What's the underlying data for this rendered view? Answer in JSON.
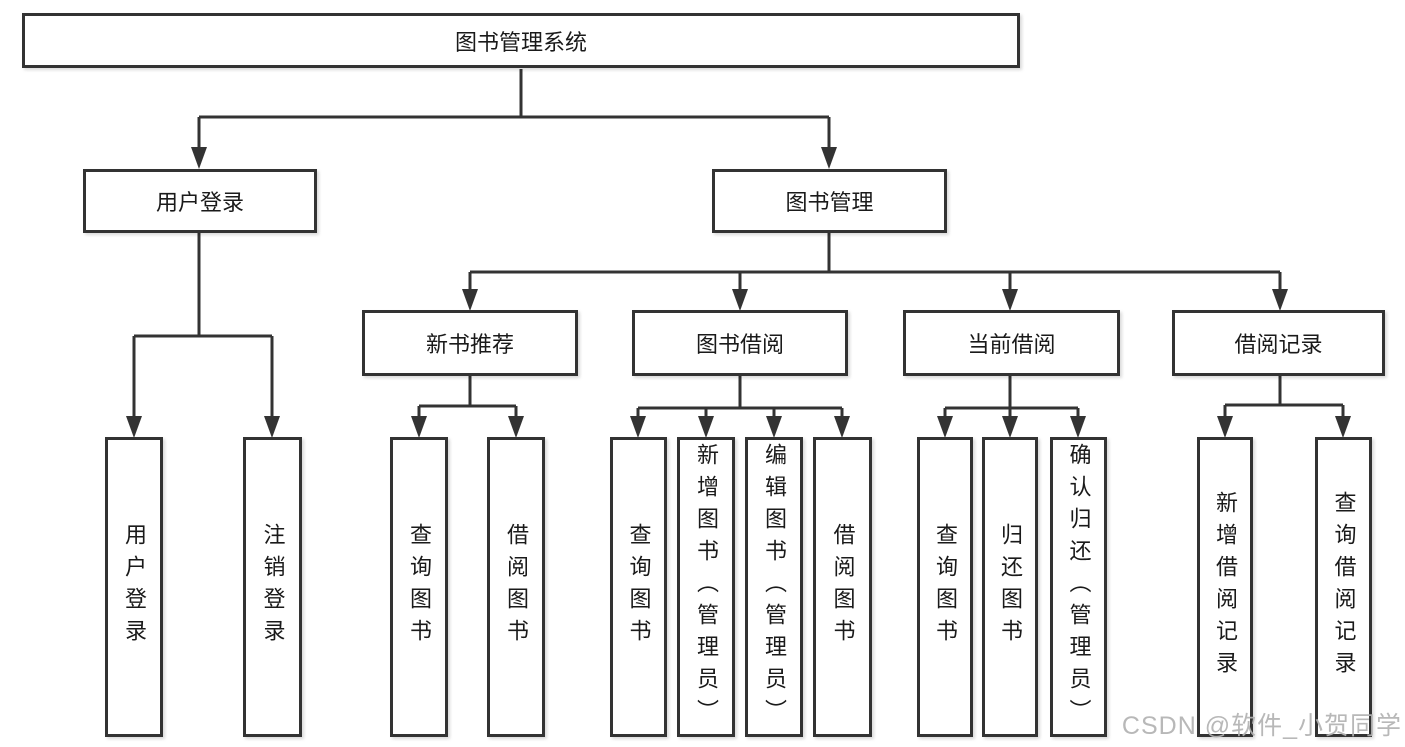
{
  "diagram": {
    "root": {
      "label": "图书管理系统",
      "children": [
        {
          "label": "用户登录",
          "children": [
            {
              "label": "用户登录"
            },
            {
              "label": "注销登录"
            }
          ]
        },
        {
          "label": "图书管理",
          "children": [
            {
              "label": "新书推荐",
              "children": [
                {
                  "label": "查询图书"
                },
                {
                  "label": "借阅图书"
                }
              ]
            },
            {
              "label": "图书借阅",
              "children": [
                {
                  "label": "查询图书"
                },
                {
                  "label": "新增图书（管理员）"
                },
                {
                  "label": "编辑图书（管理员）"
                },
                {
                  "label": "借阅图书"
                }
              ]
            },
            {
              "label": "当前借阅",
              "children": [
                {
                  "label": "查询图书"
                },
                {
                  "label": "归还图书"
                },
                {
                  "label": "确认归还（管理员）"
                }
              ]
            },
            {
              "label": "借阅记录",
              "children": [
                {
                  "label": "新增借阅记录"
                },
                {
                  "label": "查询借阅记录"
                }
              ]
            }
          ]
        }
      ]
    }
  },
  "watermark": {
    "text": "CSDN @软件_小贺同学"
  },
  "colors": {
    "line": "#333333",
    "node_border": "#333333",
    "node_fill": "#ffffff",
    "text": "#1a1a1a",
    "background": "#ffffff",
    "watermark": "#b2b2b2"
  }
}
